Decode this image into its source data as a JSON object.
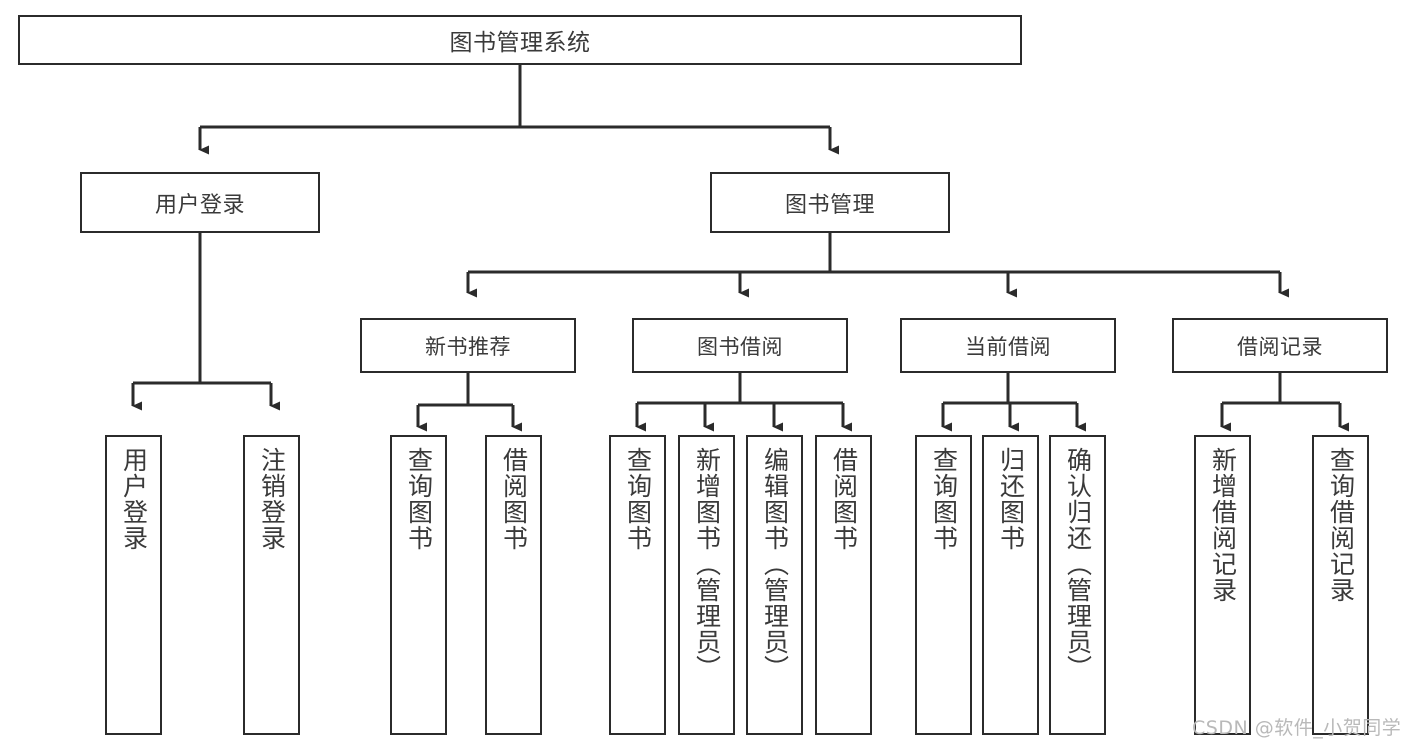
{
  "diagram": {
    "title": "图书管理系统",
    "type": "tree-hierarchy",
    "background_color": "#ffffff",
    "line_color": "#2b2b2b",
    "text_color": "#3a3a3a",
    "nodes": {
      "root": {
        "label": "图书管理系统"
      },
      "level2": [
        {
          "id": "user-login",
          "label": "用户登录"
        },
        {
          "id": "book-manage",
          "label": "图书管理"
        }
      ],
      "level3": [
        {
          "id": "new-book-recommend",
          "label": "新书推荐"
        },
        {
          "id": "book-borrow",
          "label": "图书借阅"
        },
        {
          "id": "current-borrow",
          "label": "当前借阅"
        },
        {
          "id": "borrow-record",
          "label": "借阅记录"
        }
      ],
      "leaves": {
        "user_login": [
          {
            "id": "leaf-user-login",
            "label": "用户登录"
          },
          {
            "id": "leaf-logout-login",
            "label": "注销登录"
          }
        ],
        "new_book_recommend": [
          {
            "id": "leaf-query-book-1",
            "label": "查询图书"
          },
          {
            "id": "leaf-borrow-book-1",
            "label": "借阅图书"
          }
        ],
        "book_borrow": [
          {
            "id": "leaf-query-book-2",
            "label": "查询图书"
          },
          {
            "id": "leaf-add-book",
            "label": "新增图书（管理员）"
          },
          {
            "id": "leaf-edit-book",
            "label": "编辑图书（管理员）"
          },
          {
            "id": "leaf-borrow-book-2",
            "label": "借阅图书"
          }
        ],
        "current_borrow": [
          {
            "id": "leaf-query-book-3",
            "label": "查询图书"
          },
          {
            "id": "leaf-return-book",
            "label": "归还图书"
          },
          {
            "id": "leaf-confirm-return",
            "label": "确认归还（管理员）"
          }
        ],
        "borrow_record": [
          {
            "id": "leaf-add-record",
            "label": "新增借阅记录"
          },
          {
            "id": "leaf-query-record",
            "label": "查询借阅记录"
          }
        ]
      }
    },
    "watermark": "CSDN @软件_小贺同学"
  }
}
